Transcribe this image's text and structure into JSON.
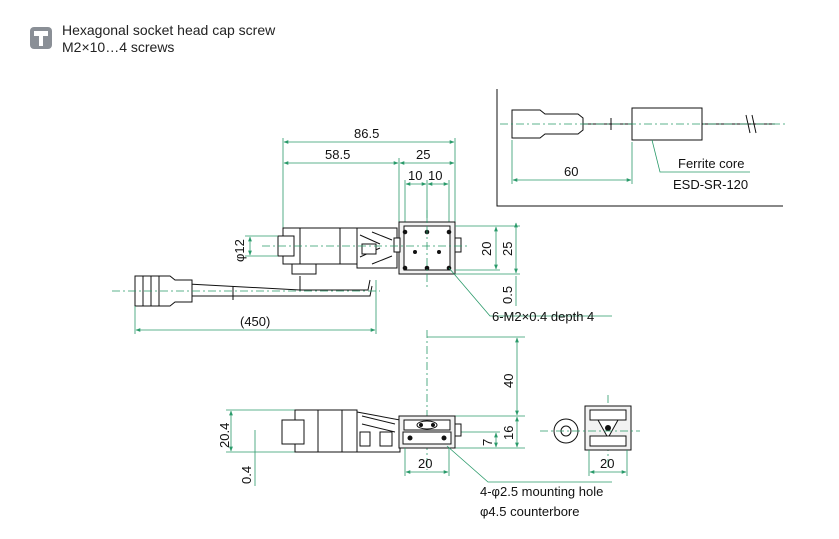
{
  "legend": {
    "icon": "socket-head-screw-icon",
    "line1": "Hexagonal socket head cap screw",
    "line2": "M2×10…4 screws"
  },
  "inset": {
    "dim_60": "60",
    "ferrite_line1": "Ferrite core",
    "ferrite_line2": "ESD-SR-120"
  },
  "top_view": {
    "dim_86_5": "86.5",
    "dim_58_5": "58.5",
    "dim_25_h": "25",
    "dim_10a": "10",
    "dim_10b": "10",
    "dim_phi12": "φ12",
    "dim_20_v": "20",
    "dim_25_v": "25",
    "dim_0_5": "0.5",
    "dim_450": "(450)",
    "tap_note": "6-M2×0.4 depth 4"
  },
  "side_view": {
    "dim_40": "40",
    "dim_20_4": "20.4",
    "dim_0_4": "0.4",
    "dim_16": "16",
    "dim_7": "7",
    "dim_20": "20",
    "hole_note1": "4-φ2.5 mounting hole",
    "hole_note2": "φ4.5 counterbore"
  },
  "end_view": {
    "dim_20": "20"
  }
}
